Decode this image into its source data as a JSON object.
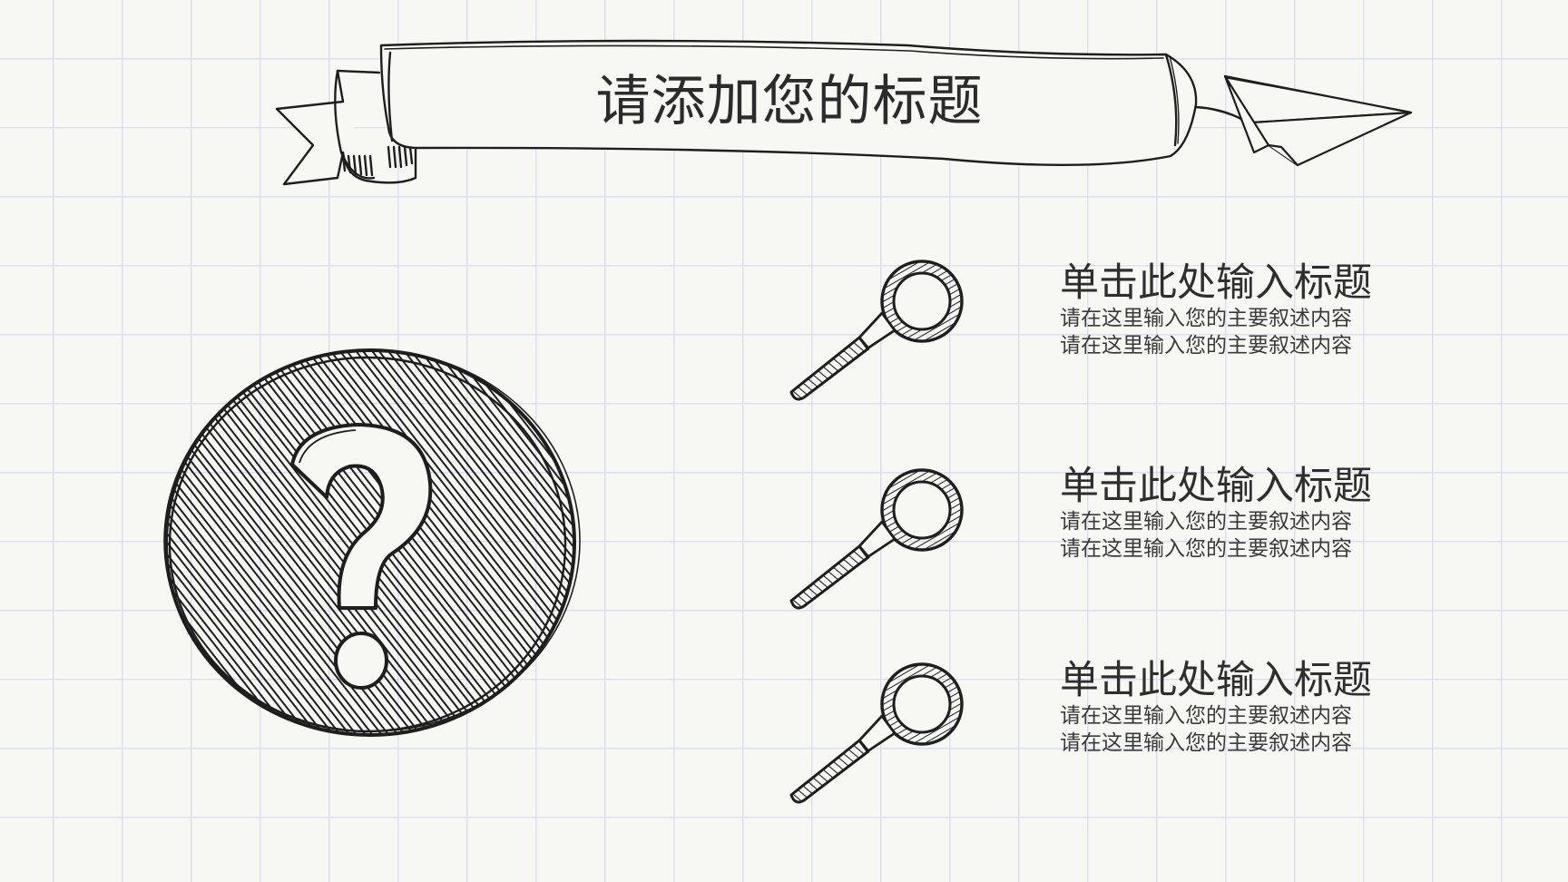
{
  "slide": {
    "title": "请添加您的标题"
  },
  "items": [
    {
      "heading": "单击此处输入标题",
      "desc_line1": "请在这里输入您的主要叙述内容",
      "desc_line2": "请在这里输入您的主要叙述内容"
    },
    {
      "heading": "单击此处输入标题",
      "desc_line1": "请在这里输入您的主要叙述内容",
      "desc_line2": "请在这里输入您的主要叙述内容"
    },
    {
      "heading": "单击此处输入标题",
      "desc_line1": "请在这里输入您的主要叙述内容",
      "desc_line2": "请在这里输入您的主要叙述内容"
    }
  ],
  "icons": {
    "banner": "ribbon-banner-icon",
    "plane": "paper-plane-icon",
    "question": "question-mark-icon",
    "magnifier": "magnifying-glass-icon"
  },
  "colors": {
    "background": "#f7f8f3",
    "grid": "#dcdfee",
    "ink": "#1e1e1e"
  }
}
